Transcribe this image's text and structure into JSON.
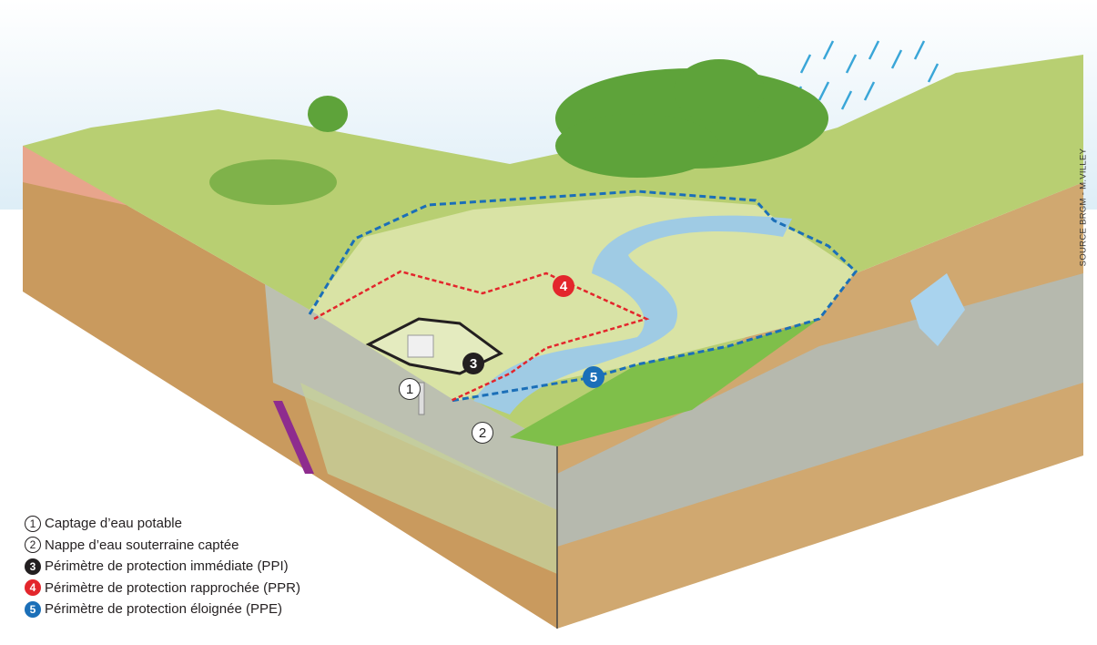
{
  "legend": [
    {
      "number": "1",
      "label": "Captage d’eau potable",
      "color": "#ffffff"
    },
    {
      "number": "2",
      "label": "Nappe d’eau souterraine captée",
      "color": "#ffffff"
    },
    {
      "number": "3",
      "label": "Périmètre de protection immédiate (PPI)",
      "color": "#231f20"
    },
    {
      "number": "4",
      "label": "Périmètre de protection rapprochée (PPR)",
      "color": "#e3262c"
    },
    {
      "number": "5",
      "label": "Périmètre de protection éloignée (PPE)",
      "color": "#1b6fb8"
    }
  ],
  "markers": {
    "m1": "1",
    "m2": "2",
    "m3": "3",
    "m4": "4",
    "m5": "5"
  },
  "source": "SOURCE BRGM - M.VILLEY"
}
